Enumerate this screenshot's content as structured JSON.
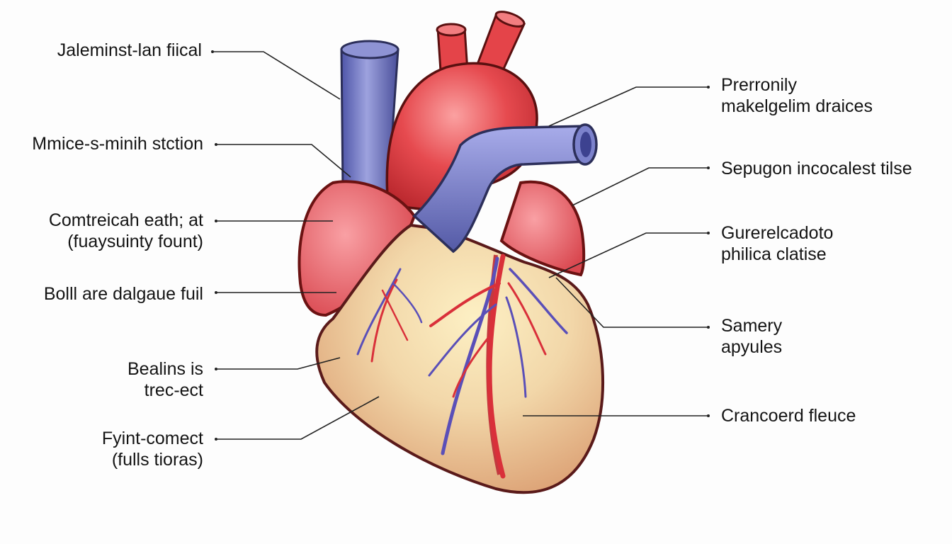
{
  "diagram": {
    "left_labels": [
      {
        "lines": [
          "Jaleminst-lan fiical"
        ]
      },
      {
        "lines": [
          "Mmice-s-minih stction"
        ]
      },
      {
        "lines": [
          "Comtreicah eath; at",
          "(fuaysuinty fount)"
        ]
      },
      {
        "lines": [
          "Bolll are dalgaue fuil"
        ]
      },
      {
        "lines": [
          "Bealins is",
          "trec-ect"
        ]
      },
      {
        "lines": [
          "Fyint-comect",
          "(fulls tioras)"
        ]
      }
    ],
    "right_labels": [
      {
        "lines": [
          "Prerronily",
          "makelgelim draices"
        ]
      },
      {
        "lines": [
          "Sepugon incocalest tilse"
        ]
      },
      {
        "lines": [
          "Gurerelcadoto",
          "philica clatise"
        ]
      },
      {
        "lines": [
          "Samery",
          "apyules"
        ]
      },
      {
        "lines": [
          "Crancoerd fleuce"
        ]
      }
    ],
    "colors": {
      "vena_cava": "#7a7fc4",
      "aorta": "#e2474b",
      "atrium": "#e8636a",
      "ventricle": "#e9b98e",
      "outline": "#5a1a1a",
      "leader_line": "#222222"
    }
  }
}
